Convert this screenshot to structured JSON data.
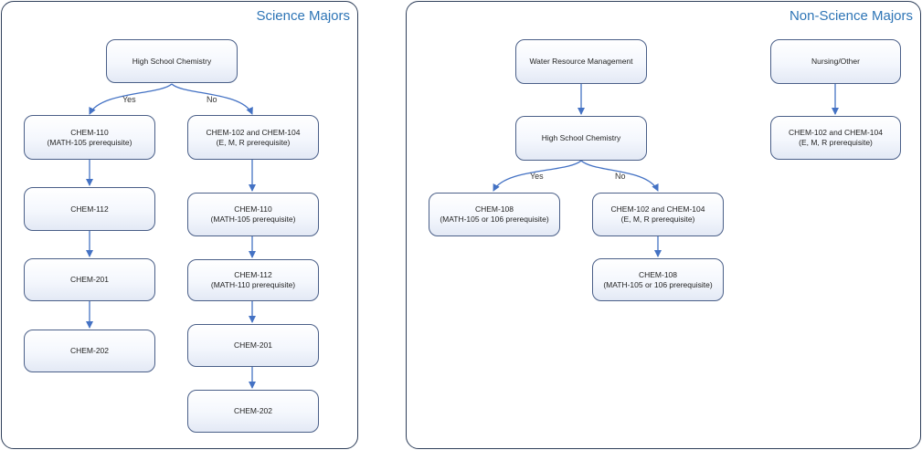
{
  "science": {
    "title": "Science Majors",
    "hs_chemistry": "High School Chemistry",
    "yes_label": "Yes",
    "no_label": "No",
    "yes_branch": [
      {
        "line1": "CHEM-110",
        "line2": "(MATH-105 prerequisite)"
      },
      {
        "line1": "CHEM-112",
        "line2": ""
      },
      {
        "line1": "CHEM-201",
        "line2": ""
      },
      {
        "line1": "CHEM-202",
        "line2": ""
      }
    ],
    "no_branch": [
      {
        "line1": "CHEM-102 and CHEM-104",
        "line2": "(E, M, R prerequisite)"
      },
      {
        "line1": "CHEM-110",
        "line2": "(MATH-105 prerequisite)"
      },
      {
        "line1": "CHEM-112",
        "line2": "(MATH-110 prerequisite)"
      },
      {
        "line1": "CHEM-201",
        "line2": ""
      },
      {
        "line1": "CHEM-202",
        "line2": ""
      }
    ]
  },
  "non_science": {
    "title": "Non-Science Majors",
    "water_resource": "Water Resource Management",
    "hs_chemistry": "High School Chemistry",
    "yes_label": "Yes",
    "no_label": "No",
    "yes_node": {
      "line1": "CHEM-108",
      "line2": "(MATH-105 or 106 prerequisite)"
    },
    "no_branch": [
      {
        "line1": "CHEM-102 and CHEM-104",
        "line2": "(E, M, R prerequisite)"
      },
      {
        "line1": "CHEM-108",
        "line2": "(MATH-105 or 106 prerequisite)"
      }
    ],
    "nursing": "Nursing/Other",
    "nursing_result": {
      "line1": "CHEM-102 and CHEM-104",
      "line2": "(E, M, R prerequisite)"
    }
  }
}
